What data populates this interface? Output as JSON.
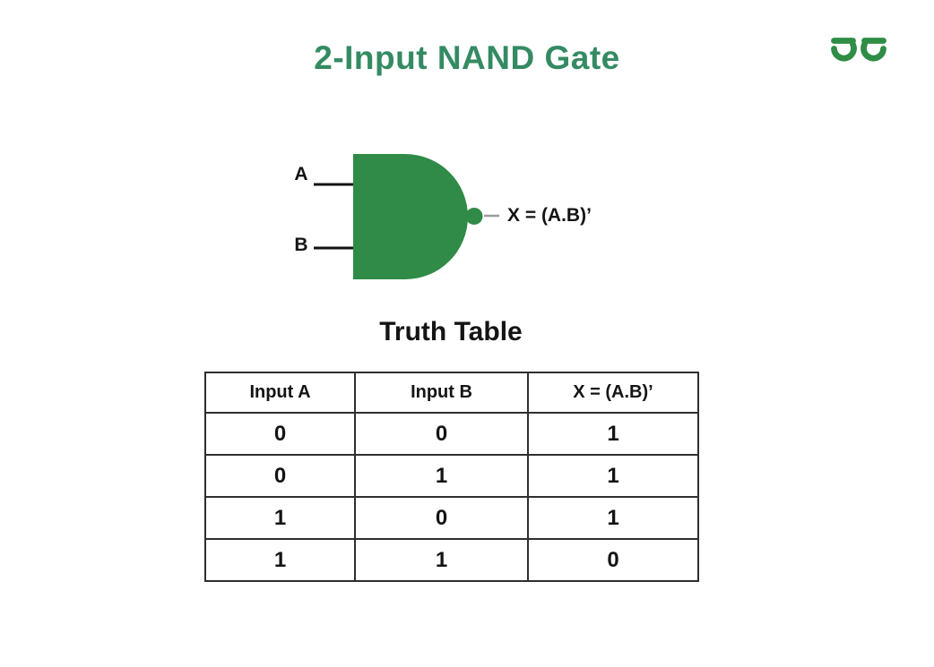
{
  "page": {
    "title": "2-Input NAND Gate"
  },
  "logo": {
    "icon": "geeksforgeeks-logo"
  },
  "colors": {
    "title_green": "#348B63",
    "gate_green": "#2F8B47",
    "logo_green": "#2F8D46",
    "wire_black": "#111111",
    "output_wire_gray": "#9A9A9A",
    "table_border": "#2F2F2F",
    "text_dark": "#141414"
  },
  "gate_diagram": {
    "input_a_label": "A",
    "input_b_label": "B",
    "output_label": "X = (A.B)’"
  },
  "truth_table": {
    "heading": "Truth Table",
    "headers": [
      "Input A",
      "Input B",
      "X = (A.B)’"
    ],
    "rows": [
      [
        "0",
        "0",
        "1"
      ],
      [
        "0",
        "1",
        "1"
      ],
      [
        "1",
        "0",
        "1"
      ],
      [
        "1",
        "1",
        "0"
      ]
    ]
  }
}
